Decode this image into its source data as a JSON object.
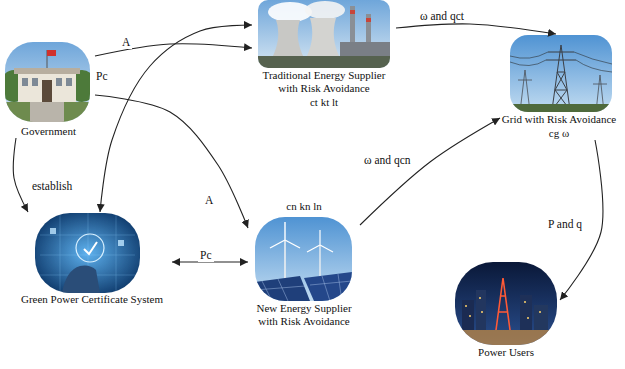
{
  "diagram": {
    "nodes": [
      {
        "text": [
          "Government"
        ]
      },
      {
        "text": [
          "Traditional Energy Supplier with Risk Avoidance",
          "ct kt lt"
        ]
      },
      {
        "text": [
          "Grid with Risk Avoidance",
          "cg ω"
        ]
      },
      {
        "text": [
          "Power Users"
        ]
      },
      {
        "text": [
          "Green Power Certificate System"
        ]
      },
      {
        "text": [
          "New Energy Supplier with Risk Avoidance",
          "cn kn ln"
        ]
      }
    ],
    "edges": [
      {
        "from": 0,
        "to": 1,
        "label": "A",
        "arrow": "to"
      },
      {
        "from": 0,
        "to": 5,
        "label": "A",
        "arrow": "to"
      },
      {
        "from": 0,
        "to": 4,
        "label": "establish",
        "arrow": "to"
      },
      {
        "from": 4,
        "to": 1,
        "label": "Pc",
        "arrow": "both"
      },
      {
        "from": 4,
        "to": 5,
        "label": "Pc",
        "arrow": "both"
      },
      {
        "from": 1,
        "to": 2,
        "label": "ω and qct",
        "arrow": "to"
      },
      {
        "from": 5,
        "to": 2,
        "label": "ω and qcn",
        "arrow": "to"
      },
      {
        "from": 2,
        "to": 3,
        "label": "P and q",
        "arrow": "to"
      }
    ]
  }
}
